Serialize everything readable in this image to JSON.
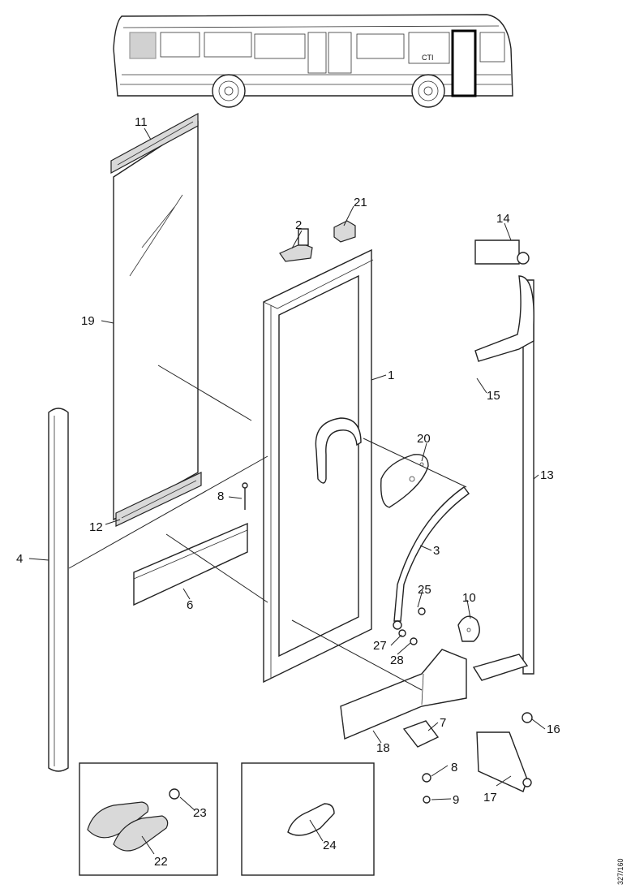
{
  "diagram": {
    "reference_code": "327/160",
    "callouts": [
      {
        "id": "c1",
        "label": "1"
      },
      {
        "id": "c2",
        "label": "2"
      },
      {
        "id": "c3",
        "label": "3"
      },
      {
        "id": "c4",
        "label": "4"
      },
      {
        "id": "c6",
        "label": "6"
      },
      {
        "id": "c7",
        "label": "7"
      },
      {
        "id": "c8a",
        "label": "8"
      },
      {
        "id": "c8b",
        "label": "8"
      },
      {
        "id": "c9",
        "label": "9"
      },
      {
        "id": "c10",
        "label": "10"
      },
      {
        "id": "c11",
        "label": "11"
      },
      {
        "id": "c12",
        "label": "12"
      },
      {
        "id": "c13",
        "label": "13"
      },
      {
        "id": "c14",
        "label": "14"
      },
      {
        "id": "c15",
        "label": "15"
      },
      {
        "id": "c16",
        "label": "16"
      },
      {
        "id": "c17",
        "label": "17"
      },
      {
        "id": "c18",
        "label": "18"
      },
      {
        "id": "c19",
        "label": "19"
      },
      {
        "id": "c20",
        "label": "20"
      },
      {
        "id": "c21",
        "label": "21"
      },
      {
        "id": "c22",
        "label": "22"
      },
      {
        "id": "c23",
        "label": "23"
      },
      {
        "id": "c24",
        "label": "24"
      },
      {
        "id": "c25",
        "label": "25"
      },
      {
        "id": "c27",
        "label": "27"
      },
      {
        "id": "c28",
        "label": "28"
      }
    ],
    "bus_sign": "CTI"
  }
}
